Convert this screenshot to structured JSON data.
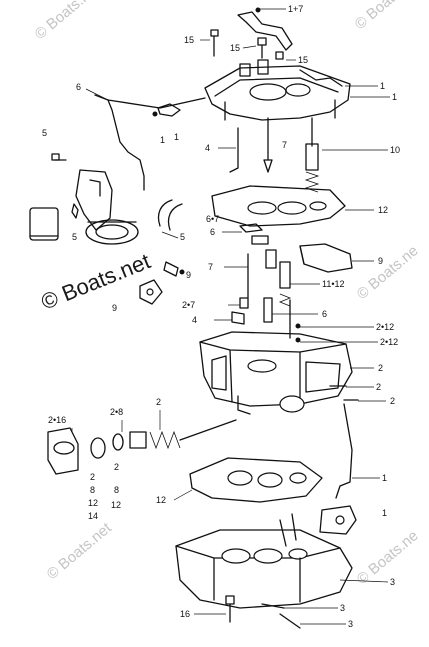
{
  "watermark": {
    "corner_text": "© Boats.net",
    "main_text": "© Boats.net",
    "side_text": "© Boats.ne"
  },
  "callouts": [
    {
      "id": "c1",
      "text": "1+7"
    },
    {
      "id": "c2",
      "text": "15"
    },
    {
      "id": "c3",
      "text": "15"
    },
    {
      "id": "c4",
      "text": "15"
    },
    {
      "id": "c5",
      "text": "1"
    },
    {
      "id": "c6",
      "text": "1"
    },
    {
      "id": "c7",
      "text": "6"
    },
    {
      "id": "c8",
      "text": "1"
    },
    {
      "id": "c9",
      "text": "1"
    },
    {
      "id": "c10",
      "text": "5"
    },
    {
      "id": "c11",
      "text": "4"
    },
    {
      "id": "c12",
      "text": "7"
    },
    {
      "id": "c13",
      "text": "10"
    },
    {
      "id": "c14",
      "text": "12"
    },
    {
      "id": "c15",
      "text": "5"
    },
    {
      "id": "c16",
      "text": "5"
    },
    {
      "id": "c17",
      "text": "6•7"
    },
    {
      "id": "c18",
      "text": "6"
    },
    {
      "id": "c19",
      "text": "9"
    },
    {
      "id": "c20",
      "text": "7"
    },
    {
      "id": "c21",
      "text": "11•12"
    },
    {
      "id": "c22",
      "text": "9"
    },
    {
      "id": "c23",
      "text": "9"
    },
    {
      "id": "c24",
      "text": "2•7"
    },
    {
      "id": "c25",
      "text": "4"
    },
    {
      "id": "c26",
      "text": "6"
    },
    {
      "id": "c27",
      "text": "2•12"
    },
    {
      "id": "c28",
      "text": "2•12"
    },
    {
      "id": "c29",
      "text": "2"
    },
    {
      "id": "c30",
      "text": "2"
    },
    {
      "id": "c31",
      "text": "2"
    },
    {
      "id": "c32",
      "text": "2•16"
    },
    {
      "id": "c33",
      "text": "2•8"
    },
    {
      "id": "c34",
      "text": "2"
    },
    {
      "id": "c35",
      "text": "1"
    },
    {
      "id": "c36",
      "text": "2"
    },
    {
      "id": "c37",
      "text": "8"
    },
    {
      "id": "c38",
      "text": "12"
    },
    {
      "id": "c39",
      "text": "14"
    },
    {
      "id": "c40",
      "text": "2"
    },
    {
      "id": "c41",
      "text": "8"
    },
    {
      "id": "c42",
      "text": "12"
    },
    {
      "id": "c43",
      "text": "12"
    },
    {
      "id": "c44",
      "text": "1"
    },
    {
      "id": "c45",
      "text": "3"
    },
    {
      "id": "c46",
      "text": "16"
    },
    {
      "id": "c47",
      "text": "3"
    },
    {
      "id": "c48",
      "text": "3"
    }
  ]
}
